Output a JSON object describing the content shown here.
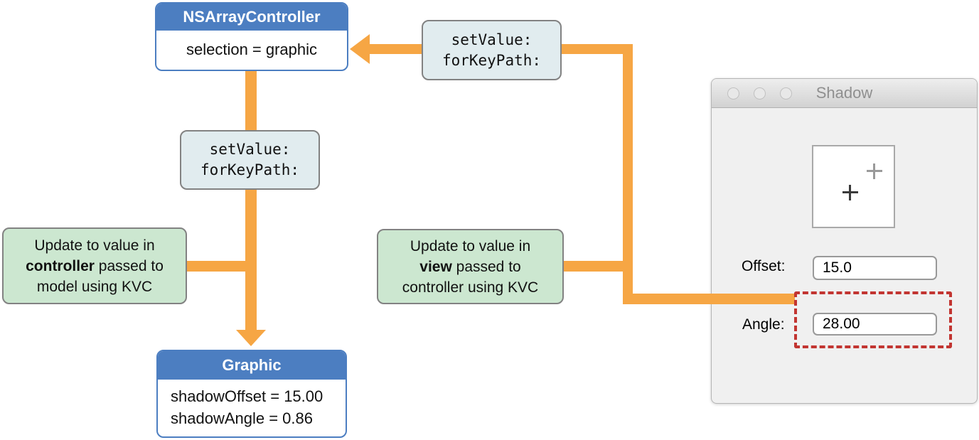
{
  "diagram": {
    "controller_box": {
      "title": "NSArrayController",
      "body": "selection = graphic"
    },
    "model_box": {
      "title": "Graphic",
      "line1": "shadowOffset = 15.00",
      "line2": "shadowAngle = 0.86"
    },
    "kvc_call_top": {
      "line1": "setValue:",
      "line2": "forKeyPath:"
    },
    "kvc_call_left": {
      "line1": "setValue:",
      "line2": "forKeyPath:"
    },
    "note_left": {
      "line1": "Update to value in",
      "bold": "controller",
      "line2": " passed to",
      "line3": "model using KVC"
    },
    "note_right": {
      "line1": "Update to value in",
      "bold": "view",
      "line2": " passed to",
      "line3": "controller using KVC"
    }
  },
  "window": {
    "title": "Shadow",
    "offset_label": "Offset:",
    "offset_value": "15.0",
    "angle_label": "Angle:",
    "angle_value": "28.00"
  },
  "colors": {
    "arrow_orange": "#F6A644",
    "node_blue": "#4C7EC1",
    "note_green": "#CCE7D0",
    "call_fill": "#E1ECEF",
    "highlight_red": "#C23531"
  }
}
